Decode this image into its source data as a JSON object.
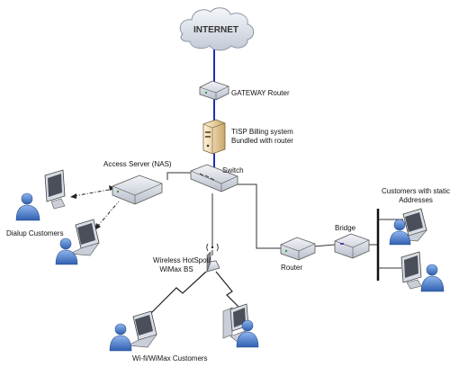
{
  "labels": {
    "internet": "INTERNET",
    "gateway": "GATEWAY Router",
    "billing_line1": "TISP Billing system",
    "billing_line2": "Bundled with router",
    "access_server": "Access Server (NAS)",
    "switch": "Switch",
    "dialup": "Dialup Customers",
    "wireless_line1": "Wireless HotSpot/",
    "wireless_line2": "WiMax BS",
    "router": "Router",
    "bridge": "Bridge",
    "static_line1": "Customers with static",
    "static_line2": "Addresses",
    "wifi_customers": "Wi-fi/WiMax Customers"
  },
  "colors": {
    "uplink": "#1a2fb8",
    "lan": "#333333",
    "device": "#d9dde6",
    "person": "#4a7fd1"
  }
}
